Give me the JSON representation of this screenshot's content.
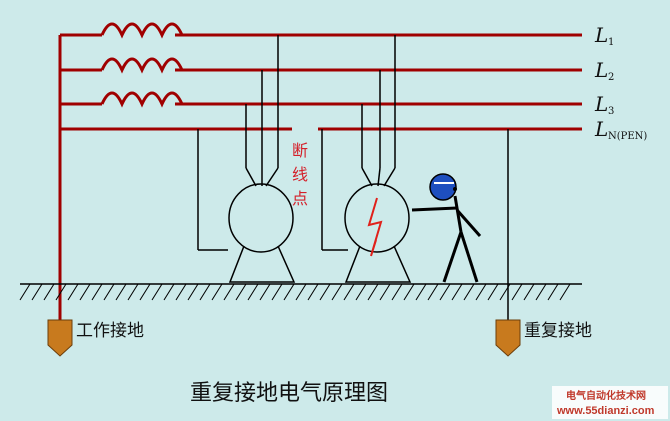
{
  "lines": [
    {
      "label": "L",
      "sub": "1"
    },
    {
      "label": "L",
      "sub": "2"
    },
    {
      "label": "L",
      "sub": "3"
    },
    {
      "label": "L",
      "sub": "N(PEN)"
    }
  ],
  "break_point_label": [
    "断",
    "线",
    "点"
  ],
  "ground_left_label": "工作接地",
  "ground_right_label": "重复接地",
  "title": "重复接地电气原理图",
  "watermark": {
    "line1": "电气自动化技术网",
    "line2": "www.55dianzi.com"
  },
  "colors": {
    "phase_wire": "#a00000",
    "equipment": "#000000",
    "ground_rod": "#c87a1e",
    "break_text": "#d4202a",
    "person_head": "#1e4fbf",
    "background": "#cdeaea"
  }
}
